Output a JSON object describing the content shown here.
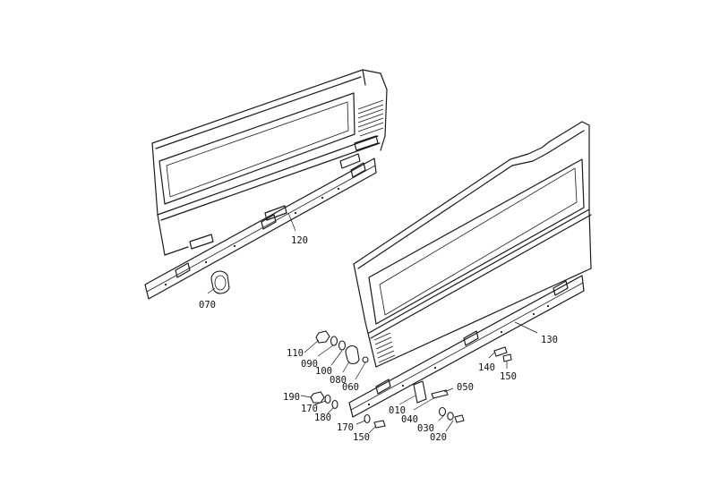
{
  "parts": [
    {
      "id": "p120",
      "label": "120"
    },
    {
      "id": "p130",
      "label": "130"
    },
    {
      "id": "p070",
      "label": "070"
    },
    {
      "id": "p110",
      "label": "110"
    },
    {
      "id": "p090",
      "label": "090"
    },
    {
      "id": "p100",
      "label": "100"
    },
    {
      "id": "p080",
      "label": "080"
    },
    {
      "id": "p060",
      "label": "060"
    },
    {
      "id": "p140",
      "label": "140"
    },
    {
      "id": "p150a",
      "label": "150"
    },
    {
      "id": "p050",
      "label": "050"
    },
    {
      "id": "p010",
      "label": "010"
    },
    {
      "id": "p040",
      "label": "040"
    },
    {
      "id": "p030",
      "label": "030"
    },
    {
      "id": "p020",
      "label": "020"
    },
    {
      "id": "p190",
      "label": "190"
    },
    {
      "id": "p170a",
      "label": "170"
    },
    {
      "id": "p180",
      "label": "180"
    },
    {
      "id": "p170b",
      "label": "170"
    },
    {
      "id": "p150b",
      "label": "150"
    }
  ]
}
